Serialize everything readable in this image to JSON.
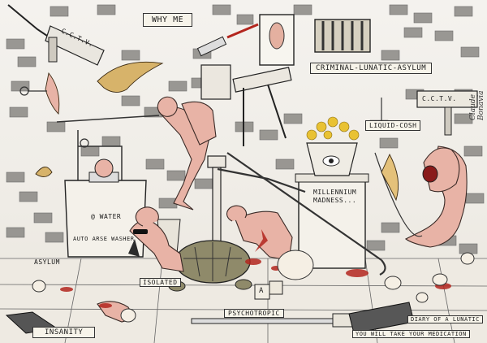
{
  "artwork": {
    "labels": {
      "why_me": "WHY ME",
      "cctv_left": "C.C.T.V.",
      "cctv_right": "C.C.T.V.",
      "asylum_sign": "CRIMINAL-LUNATIC-ASYLUM",
      "liquid_cosh": "LIQUID-COSH",
      "millennium_madness": "MILLENNIUM MADNESS...",
      "at_water": "@ WATER",
      "auto_arse_washer": "AUTO ARSE WASHER",
      "asylum_small": "ASYLUM",
      "isolated": "ISOLATED",
      "psychotropic": "PSYCHOTROPIC",
      "insanity": "INSANITY",
      "diary": "DIARY OF A LUNATIC",
      "medication": "YOU WILL TAKE YOUR MEDICATION",
      "cube_letter": "A",
      "signature": "Claude Bonavia"
    },
    "colors": {
      "wall_brick": "#7d7b78",
      "blood": "#b3261e",
      "flesh": "#e8b3a6",
      "ink": "#2a2a2a",
      "flower": "#e9c233",
      "tortoise": "#8f8a6a"
    }
  }
}
